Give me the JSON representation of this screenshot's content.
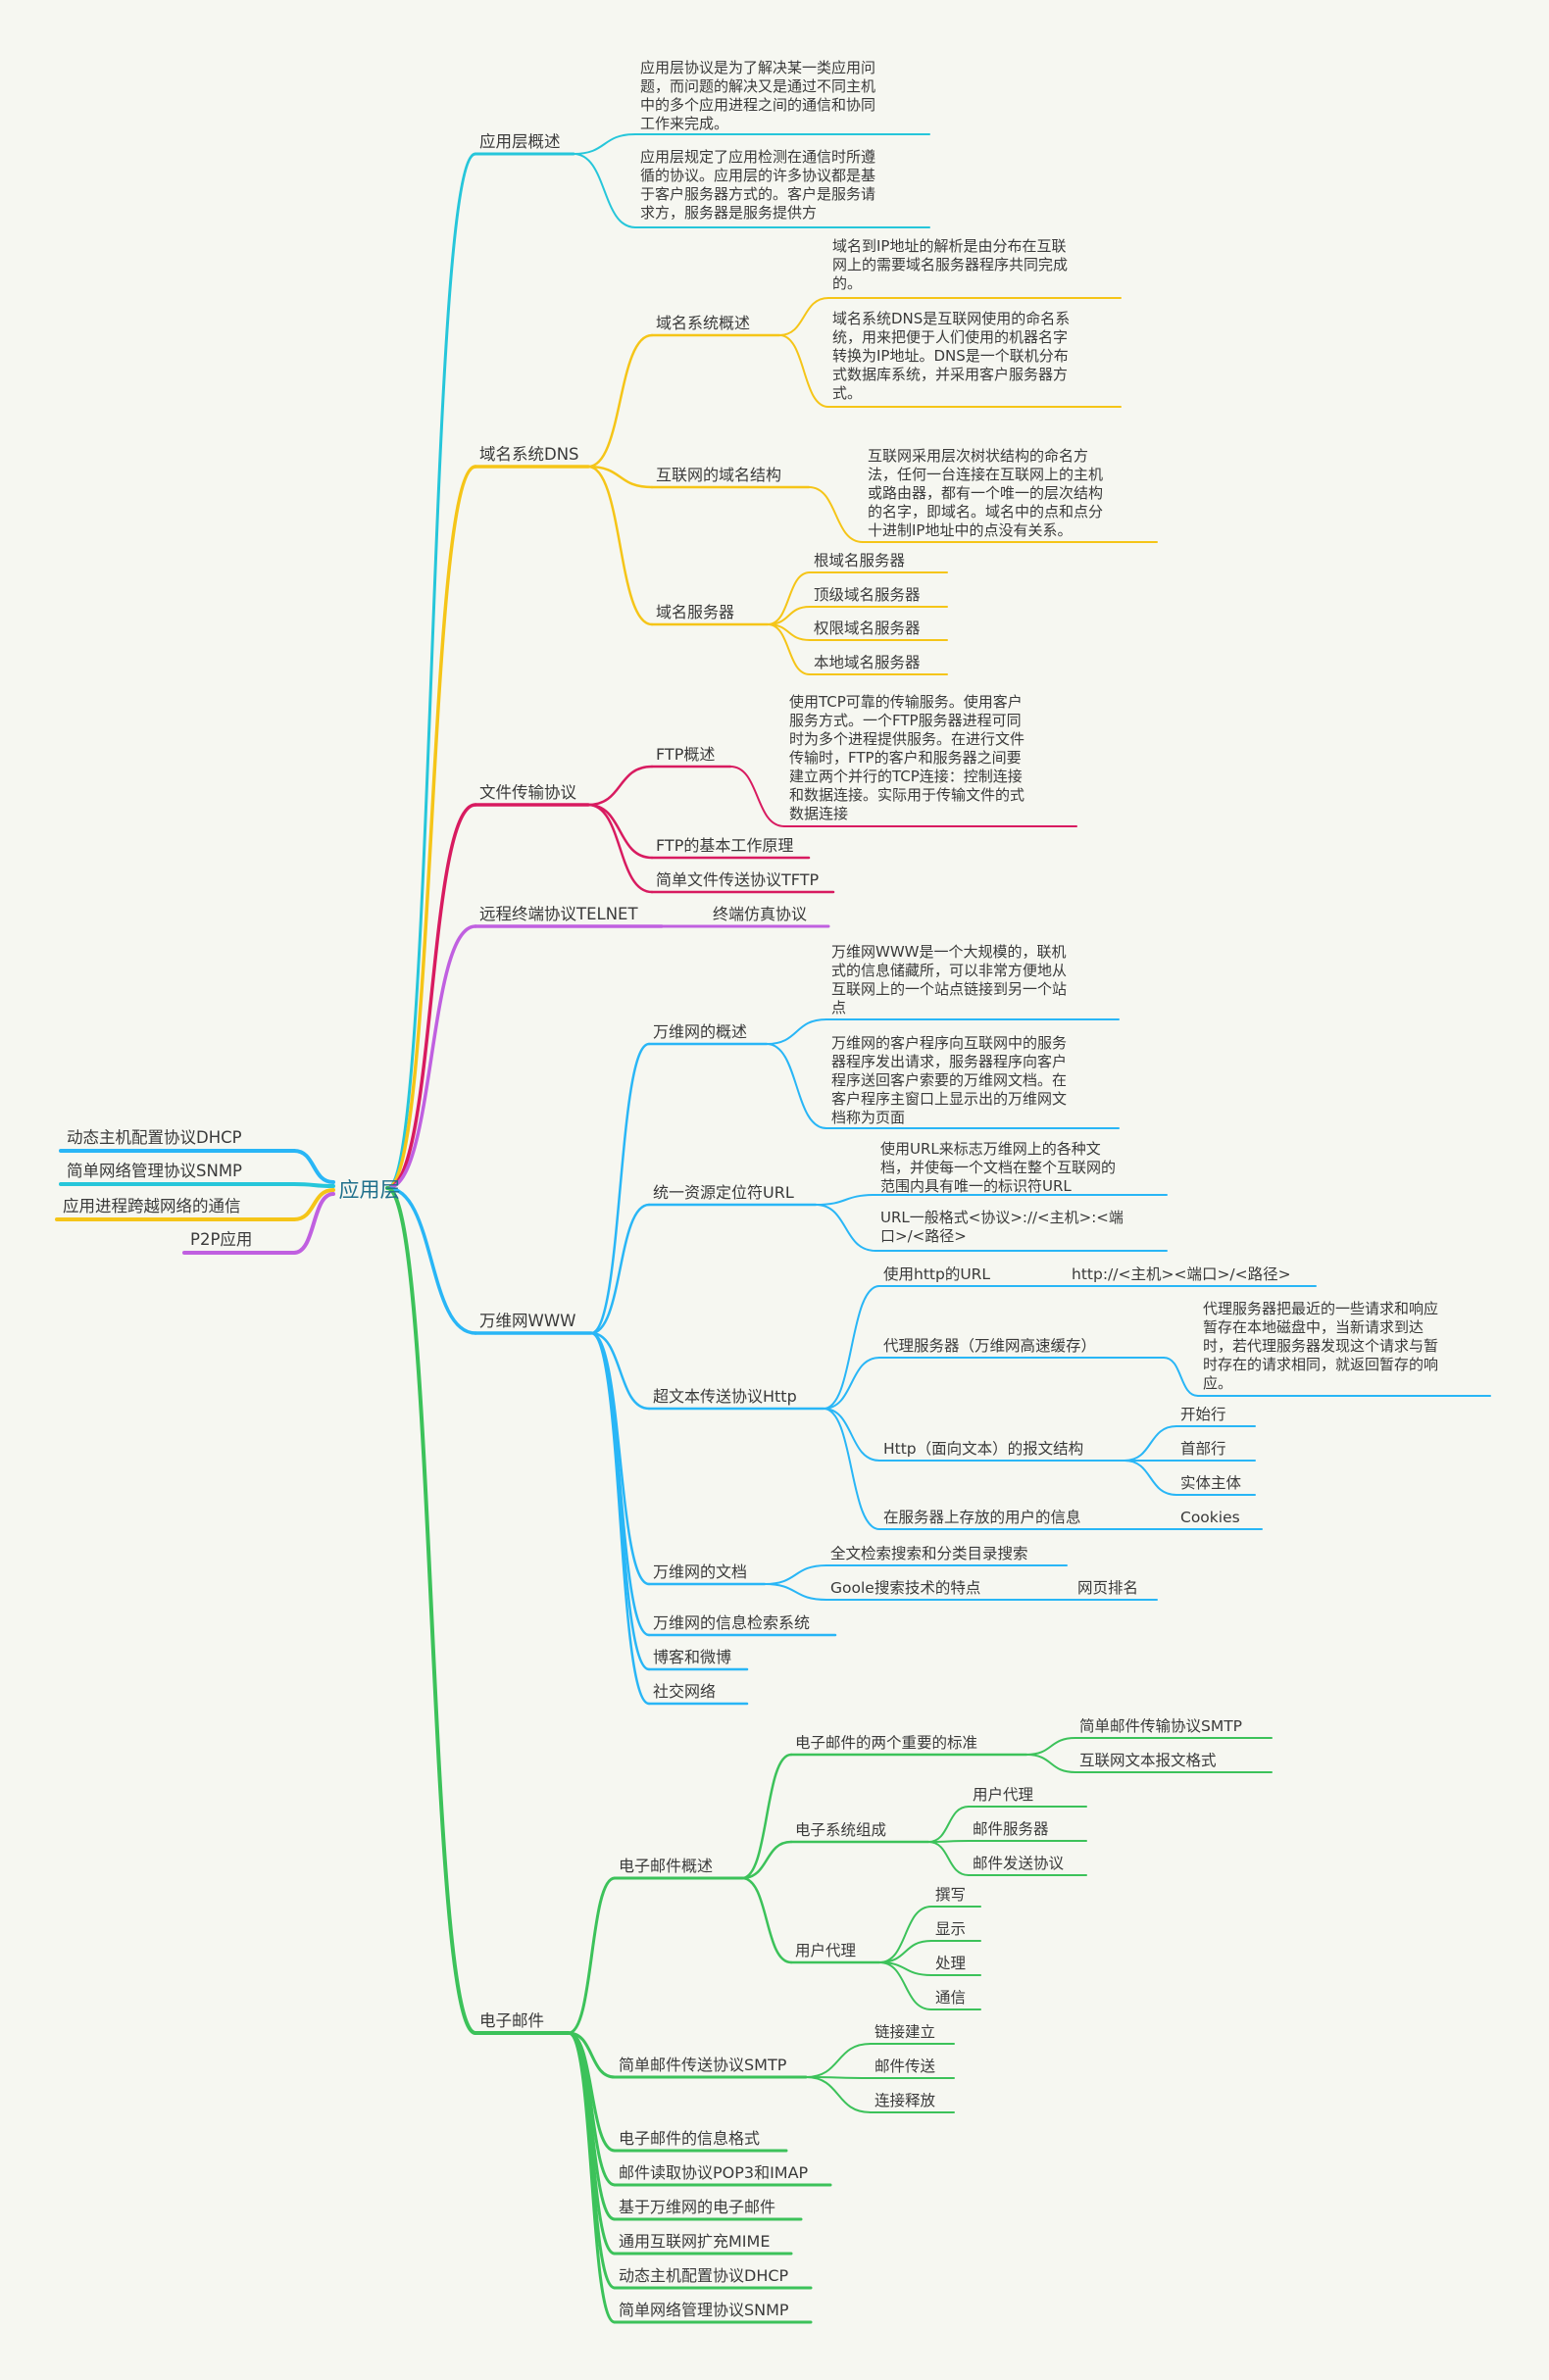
{
  "colors": {
    "background": "#f6f7f1",
    "cyan": "#26c6da",
    "yellow": "#f5c518",
    "crimson": "#d81b60",
    "purple": "#c060e0",
    "blue": "#29b6f6",
    "green": "#3cc25a",
    "text": "#3a3a3a",
    "root_text": "#1f6f8b"
  },
  "mindmap": {
    "root": "应用层",
    "left": [
      "动态主机配置协议DHCP",
      "简单网络管理协议SNMP",
      "应用进程跨越网络的通信",
      "P2P应用"
    ],
    "overview": {
      "label": "应用层概述",
      "notes": [
        "应用层协议是为了解决某一类应用问\n题，而问题的解决又是通过不同主机\n中的多个应用进程之间的通信和协同\n工作来完成。",
        "应用层规定了应用检测在通信时所遵\n循的协议。应用层的许多协议都是基\n于客户服务器方式的。客户是服务请\n求方，服务器是服务提供方"
      ]
    },
    "dns": {
      "label": "域名系统DNS",
      "overview_label": "域名系统概述",
      "overview_notes": [
        "域名到IP地址的解析是由分布在互联\n网上的需要域名服务器程序共同完成\n的。",
        "域名系统DNS是互联网使用的命名系\n统，用来把便于人们使用的机器名字\n转换为IP地址。DNS是一个联机分布\n式数据库系统，并采用客户服务器方\n式。"
      ],
      "structure_label": "互联网的域名结构",
      "structure_note": "互联网采用层次树状结构的命名方\n法，任何一台连接在互联网上的主机\n或路由器，都有一个唯一的层次结构\n的名字，即域名。域名中的点和点分\n十进制IP地址中的点没有关系。",
      "servers_label": "域名服务器",
      "servers": [
        "根域名服务器",
        "顶级域名服务器",
        "权限域名服务器",
        "本地域名服务器"
      ]
    },
    "ftp": {
      "label": "文件传输协议",
      "overview_label": "FTP概述",
      "overview_note": "使用TCP可靠的传输服务。使用客户\n服务方式。一个FTP服务器进程可同\n时为多个进程提供服务。在进行文件\n传输时，FTP的客户和服务器之间要\n建立两个并行的TCP连接：控制连接\n和数据连接。实际用于传输文件的式\n数据连接",
      "basic": "FTP的基本工作原理",
      "tftp": "简单文件传送协议TFTP"
    },
    "telnet": {
      "label": "远程终端协议TELNET",
      "child": "终端仿真协议"
    },
    "www": {
      "label": "万维网WWW",
      "overview_label": "万维网的概述",
      "overview_notes": [
        "万维网WWW是一个大规模的，联机\n式的信息储藏所，可以非常方便地从\n互联网上的一个站点链接到另一个站\n点",
        "万维网的客户程序向互联网中的服务\n器程序发出请求，服务器程序向客户\n程序送回客户索要的万维网文档。在\n客户程序主窗口上显示出的万维网文\n档称为页面"
      ],
      "url_label": "统一资源定位符URL",
      "url_notes": [
        "使用URL来标志万维网上的各种文\n档，并使每一个文档在整个互联网的\n范围内具有唯一的标识符URL",
        "URL一般格式<协议>://<主机>:<端\n口>/<路径>"
      ],
      "http_label": "超文本传送协议Http",
      "http_url_label": "使用http的URL",
      "http_url_value": "http://<主机><端口>/<路径>",
      "proxy_label": "代理服务器（万维网高速缓存）",
      "proxy_note": "代理服务器把最近的一些请求和响应\n暂存在本地磁盘中，当新请求到达\n时，若代理服务器发现这个请求与暂\n时存在的请求相同，就返回暂存的响\n应。",
      "message_label": "Http（面向文本）的报文结构",
      "message_parts": [
        "开始行",
        "首部行",
        "实体主体"
      ],
      "stored_label": "在服务器上存放的用户的信息",
      "stored_value": "Cookies",
      "docs_label": "万维网的文档",
      "search_label": "全文检索搜索和分类目录搜索",
      "google_label": "Goole搜索技术的特点",
      "google_value": "网页排名",
      "info_search": "万维网的信息检索系统",
      "blog": "博客和微博",
      "social": "社交网络"
    },
    "email": {
      "label": "电子邮件",
      "overview_label": "电子邮件概述",
      "standards_label": "电子邮件的两个重要的标准",
      "standards": [
        "简单邮件传输协议SMTP",
        "互联网文本报文格式"
      ],
      "components_label": "电子系统组成",
      "components": [
        "用户代理",
        "邮件服务器",
        "邮件发送协议"
      ],
      "agent_label": "用户代理",
      "agent_items": [
        "撰写",
        "显示",
        "处理",
        "通信"
      ],
      "smtp_label": "简单邮件传送协议SMTP",
      "smtp_items": [
        "链接建立",
        "邮件传送",
        "连接释放"
      ],
      "others": [
        "电子邮件的信息格式",
        "邮件读取协议POP3和IMAP",
        "基于万维网的电子邮件",
        "通用互联网扩充MIME",
        "动态主机配置协议DHCP",
        "简单网络管理协议SNMP"
      ]
    }
  }
}
